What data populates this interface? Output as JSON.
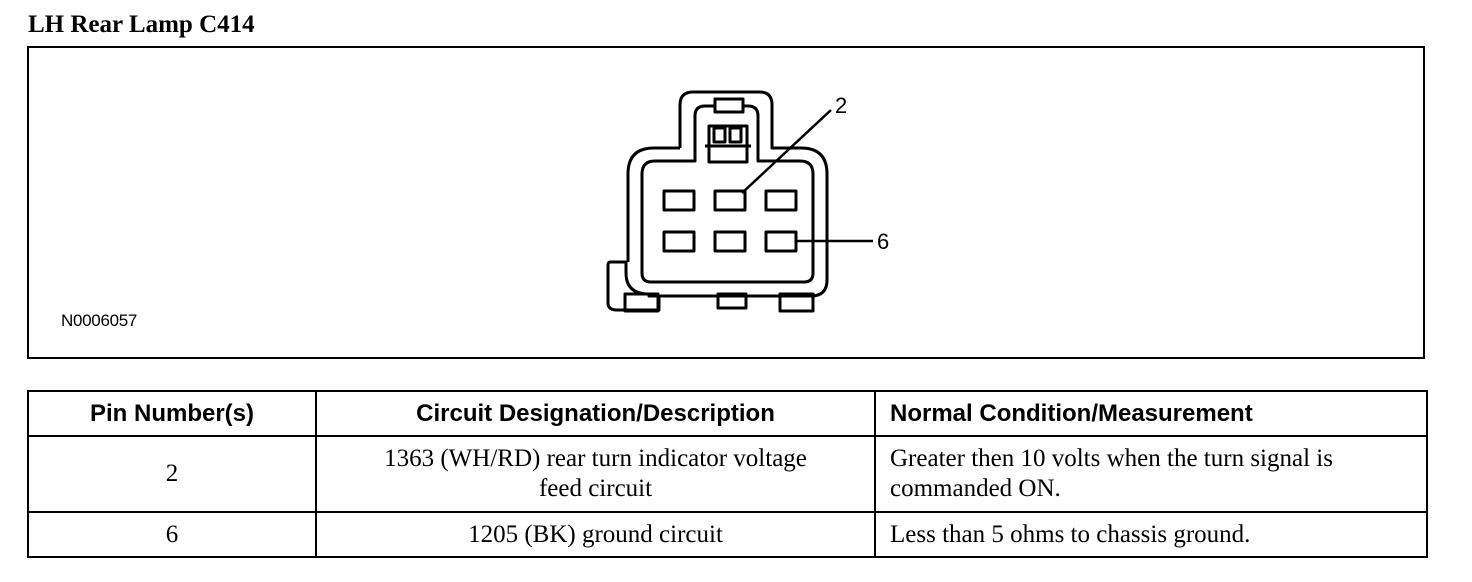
{
  "title": "LH Rear Lamp C414",
  "diagram": {
    "figure_id": "N0006057",
    "callouts": [
      "2",
      "6"
    ],
    "connector": {
      "rows": 2,
      "cols": 3
    }
  },
  "table": {
    "headers": [
      "Pin Number(s)",
      "Circuit Designation/Description",
      "Normal Condition/Measurement"
    ],
    "rows": [
      {
        "pin": "2",
        "circuit": "1363 (WH/RD) rear turn indicator voltage feed circuit",
        "condition": "Greater then 10 volts when the turn signal is commanded ON."
      },
      {
        "pin": "6",
        "circuit": "1205 (BK) ground circuit",
        "condition": "Less than 5 ohms to chassis ground."
      }
    ]
  }
}
